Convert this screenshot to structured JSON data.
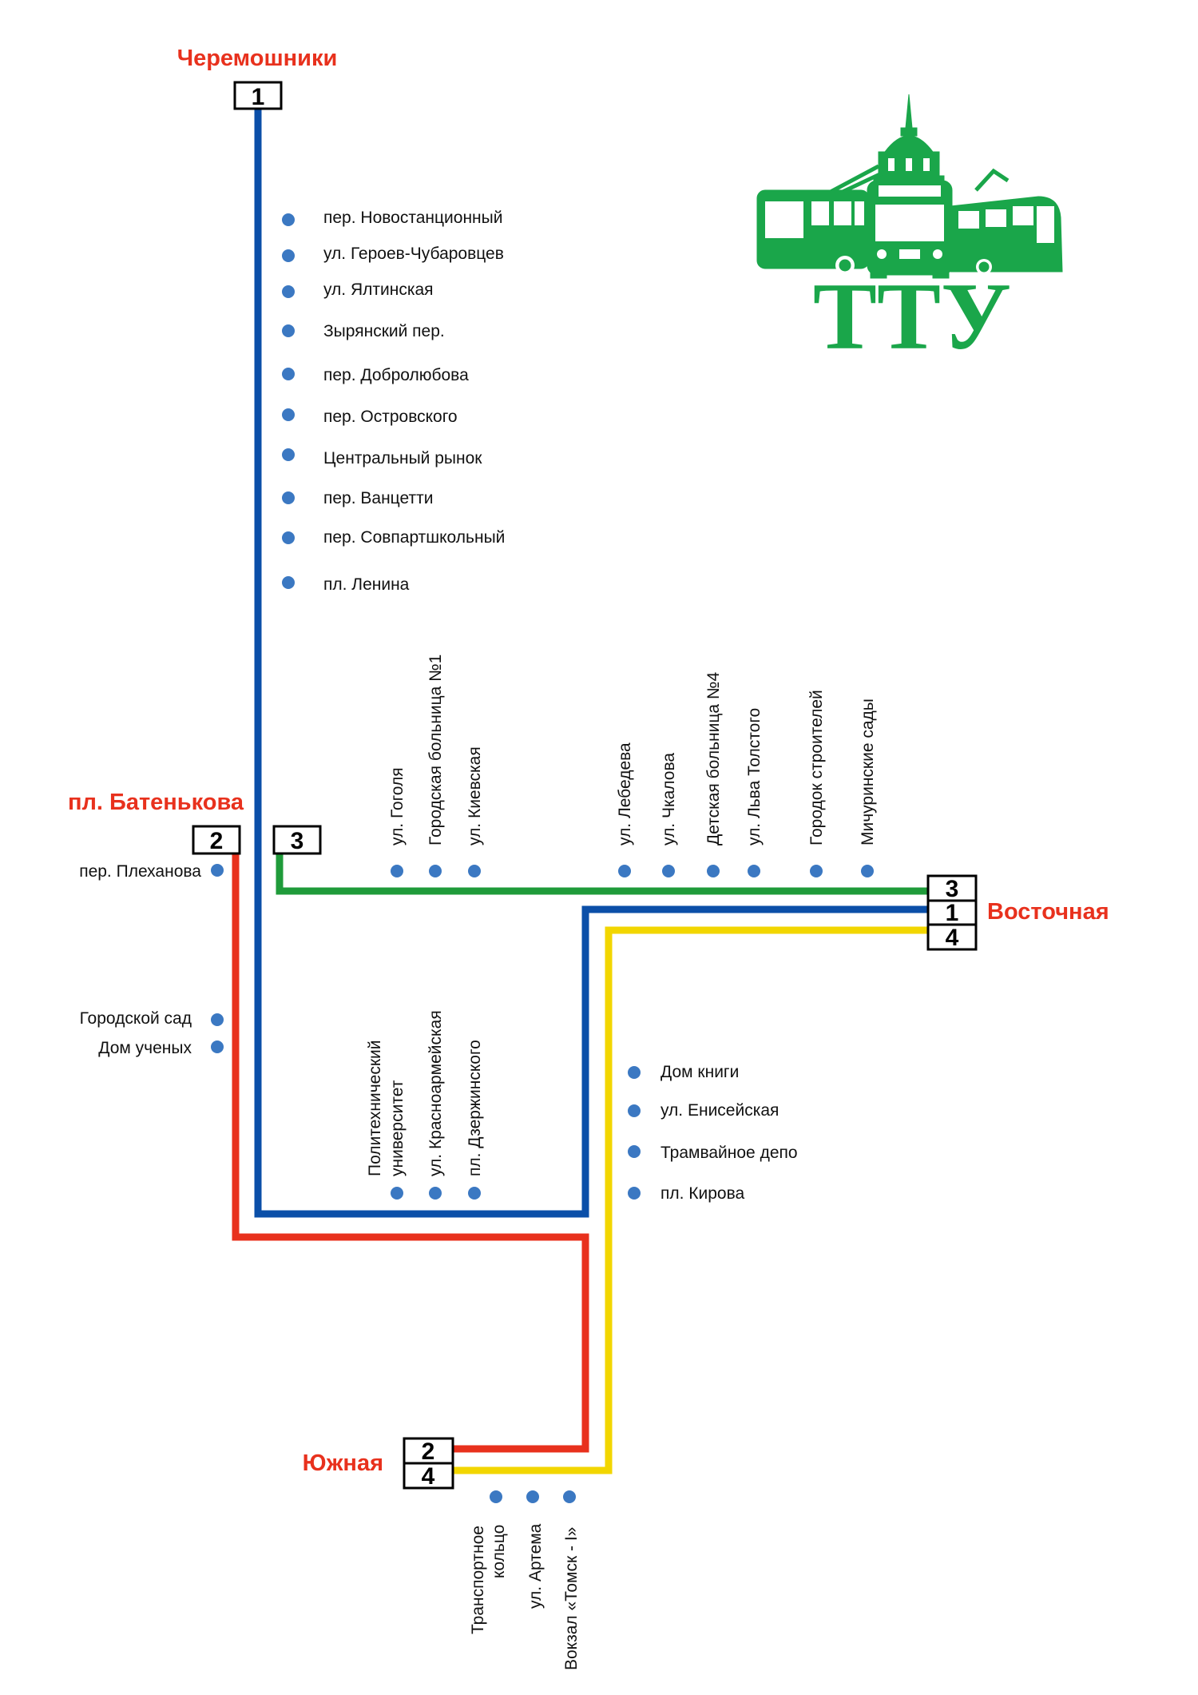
{
  "colors": {
    "route_1": "#0b4fa8",
    "route_2": "#e8311d",
    "route_3": "#1f9b3a",
    "route_4": "#f2d600",
    "stop_dot": "#3b78c2",
    "terminal_text": "#e8311d",
    "logo_green": "#1aa64a"
  },
  "logo": {
    "text": "ТТУ",
    "icons": [
      "trolleybus-icon",
      "bus-icon",
      "tram-icon",
      "church-tower-icon"
    ]
  },
  "terminals": {
    "cheremoshniki": "Черемошники",
    "batenkova": "пл. Батенькова",
    "vostochnaya": "Восточная",
    "yuzhnaya": "Южная"
  },
  "route_numbers": {
    "r1": "1",
    "r2": "2",
    "r3": "3",
    "r4": "4"
  },
  "stops": {
    "route1_vertical": [
      "пер. Новостанционный",
      "ул. Героев-Чубаровцев",
      "ул. Ялтинская",
      "Зырянский пер.",
      "пер. Добролюбова",
      "пер. Островского",
      "Центральный рынок",
      "пер. Ванцетти",
      "пер. Совпартшкольный",
      "пл. Ленина"
    ],
    "route3": [
      "ул. Гоголя",
      "Городская больница №1",
      "ул. Киевская",
      "ул. Лебедева",
      "ул. Чкалова",
      "Детская больница №4",
      "ул. Льва Толстого",
      "Городок строителей",
      "Мичуринские сады"
    ],
    "route2_left": [
      "пер. Плеханова",
      "Городской сад",
      "Дом ученых"
    ],
    "route1_bottom": [
      {
        "line1": "Политехнический",
        "line2": "университет"
      },
      {
        "line1": "ул. Красноармейская",
        "line2": ""
      },
      {
        "line1": "пл. Дзержинского",
        "line2": ""
      }
    ],
    "route4_right": [
      "Дом книги",
      "ул. Енисейская",
      "Трамвайное депо",
      "пл. Кирова"
    ],
    "route4_bottom": [
      {
        "line1": "Транспортное",
        "line2": "кольцо"
      },
      {
        "line1": "ул. Артема",
        "line2": ""
      },
      {
        "line1": "Вокзал «Томск - I»",
        "line2": ""
      }
    ]
  }
}
